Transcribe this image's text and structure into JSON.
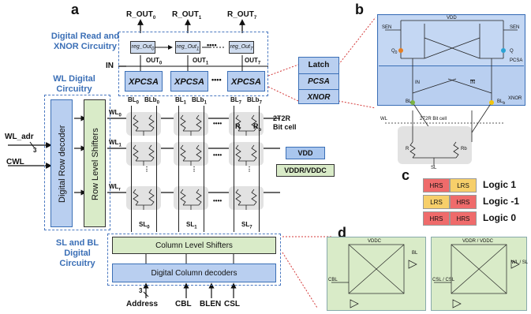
{
  "panels": {
    "a": "a",
    "b": "b",
    "c": "c",
    "d": "d"
  },
  "outputs": [
    "R_OUT",
    "R_OUT",
    "R_OUT"
  ],
  "output_subs": [
    "0",
    "1",
    "7"
  ],
  "sections": {
    "digital_read": "Digital Read and XNOR Circuitry",
    "wl_digital": "WL Digital Circuitry",
    "sl_bl": "SL and BL Digital Circuitry"
  },
  "regs": [
    "reg_Out",
    "reg_Out",
    "reg_Out"
  ],
  "reg_subs": [
    "0",
    "1",
    "7"
  ],
  "out_labels": [
    "OUT",
    "OUT",
    "OUT"
  ],
  "in_label": "IN",
  "xpcsa": [
    "XPCSA",
    "XPCSA",
    "XPCSA"
  ],
  "row_decoder": "Digital Row decoder",
  "row_shifters": "Row Level Shifters",
  "wl_adr": "WL_adr",
  "cwl": "CWL",
  "bus3": "3",
  "bl_labels": [
    "BL",
    "BLb",
    "BL",
    "BLb",
    "BL",
    "BLb"
  ],
  "bl_subs": [
    "0",
    "0",
    "1",
    "1",
    "7",
    "7"
  ],
  "wl_labels": [
    "WL",
    "WL",
    "WL"
  ],
  "wl_subs": [
    "0",
    "1",
    "r"
  ],
  "sl_labels": [
    "SL",
    "SL",
    "SL"
  ],
  "sl_subs": [
    "0",
    "1",
    "7"
  ],
  "cell_label": "2T2R Bit cell",
  "r_label": "R",
  "rb_label": "R",
  "rb_sub": "b",
  "ellipsis": "••••",
  "legend": {
    "vdd": "VDD",
    "vddr": "VDDR/VDDC",
    "vdd_color": "#a9c6ee",
    "vddr_color": "#d9ebc8"
  },
  "column_shifters": "Column Level Shifters",
  "column_decoders": "Digital Column decoders",
  "bottom_inputs": [
    "Address",
    "CBL",
    "BLEN",
    "CSL"
  ],
  "stack": [
    "Latch",
    "PCSA",
    "XNOR"
  ],
  "panel_b": {
    "vdd": "VDD",
    "sen": "SEN",
    "q0": "Q",
    "q0_sub": "0",
    "q": "Q",
    "pcsa": "PCSA",
    "xnor": "XNOR",
    "in": "IN",
    "inb": "IN",
    "bl": "BL",
    "blb": "BL",
    "blb_sub": "b",
    "cell": "2T2R Bit cell",
    "wl": "WL",
    "r": "R",
    "rb": "Rb",
    "sl": "SL"
  },
  "logic_table": [
    {
      "a": "HRS",
      "b": "LRS",
      "a_color": "#ef6b6b",
      "b_color": "#f7cf6a",
      "label": "Logic 1"
    },
    {
      "a": "LRS",
      "b": "HRS",
      "a_color": "#f7cf6a",
      "b_color": "#ef6b6b",
      "label": "Logic -1"
    },
    {
      "a": "HRS",
      "b": "HRS",
      "a_color": "#ef6b6b",
      "b_color": "#ef6b6b",
      "label": "Logic 0"
    }
  ],
  "panel_d": {
    "left_top": "VDDC",
    "right_top": "VDDR / VDDC",
    "cbl": "CBL",
    "csl": "CSL / CSL",
    "out_right": "WL / SL",
    "bl": "BL"
  }
}
